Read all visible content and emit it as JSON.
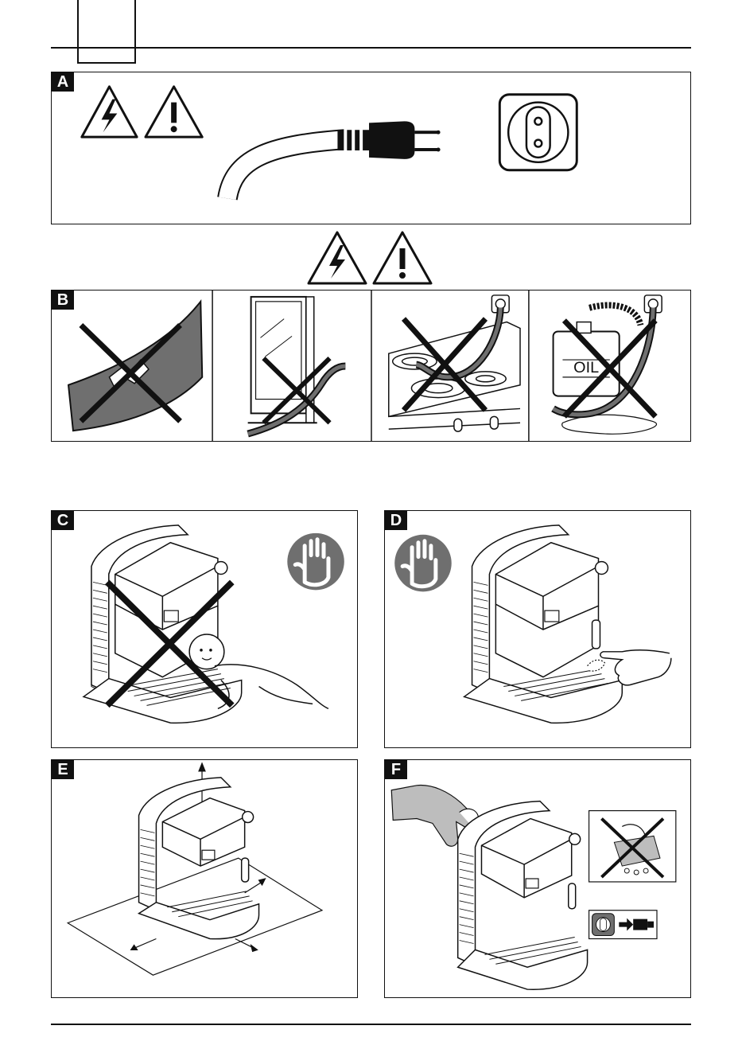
{
  "sections": {
    "a": {
      "label": "A"
    },
    "b": {
      "label": "B",
      "oil_label": "OIL"
    },
    "c": {
      "label": "C"
    },
    "d": {
      "label": "D"
    },
    "e": {
      "label": "E"
    },
    "f": {
      "label": "F"
    }
  },
  "colors": {
    "ink": "#111111",
    "gray": "#6f6f6f",
    "light_gray": "#bdbdbd"
  },
  "icons": [
    "electric-hazard-icon",
    "general-warning-icon",
    "plug-icon",
    "socket-icon",
    "stop-hand-icon",
    "prohibited-cross-icon"
  ]
}
